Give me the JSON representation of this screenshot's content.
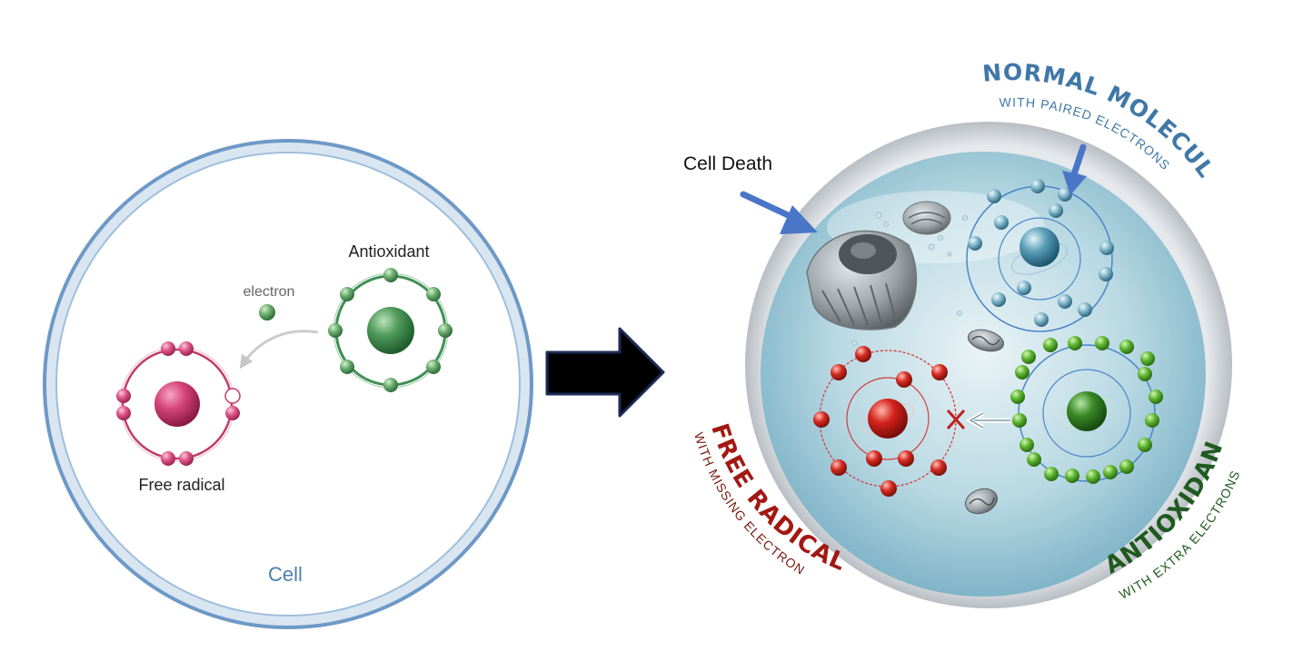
{
  "left_panel": {
    "cell_label": "Cell",
    "electron_label": "electron",
    "antioxidant_label": "Antioxidant",
    "free_radical_label": "Free radical"
  },
  "right_panel": {
    "cell_death_label": "Cell Death",
    "normal_molecule": {
      "title": "NORMAL MOLECULE",
      "subtitle": "WITH PAIRED ELECTRONS"
    },
    "free_radical": {
      "title": "FREE RADICAL",
      "subtitle": "WITH MISSING ELECTRON"
    },
    "antioxidant": {
      "title": "ANTIOXIDANT",
      "subtitle": "WITH EXTRA ELECTRONS"
    }
  },
  "colors": {
    "cell_border": "#6e99c6",
    "cell_label": "#4d7eae",
    "antioxidant_green": "#3f8f55",
    "free_radical_pink": "#c23a6a",
    "normal_blue": "#3f78a8",
    "radical_red": "#c0201c",
    "antioxidant_dark_green": "#1f5a1f",
    "arrow_blue": "#4a76c8",
    "transition_arrow": "#000000"
  },
  "icons": [
    "transition-arrow-icon",
    "cell-death-arrow-icon",
    "normal-molecule-arrow-icon",
    "blocked-x-icon"
  ]
}
